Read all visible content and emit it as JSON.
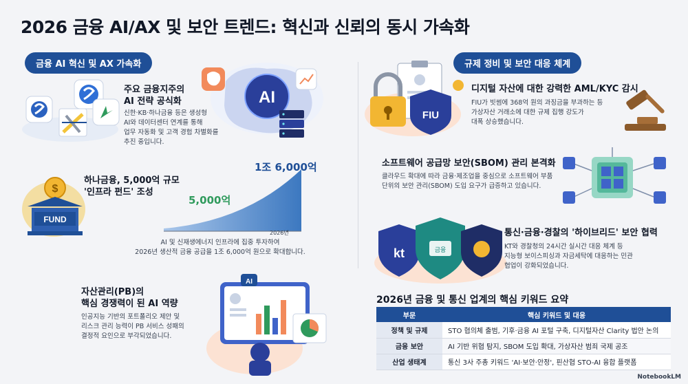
{
  "title": "2026 금융 AI/AX 및 보안 트렌드: 혁신과 신뢰의 동시 가속화",
  "left_section": {
    "heading": "금융 AI 혁신 및 AX 가속화",
    "block1": {
      "title_line1": "주요 금융지주의",
      "title_line2": "AI 전략 공식화",
      "body": [
        "신한·KB·하나금융 등은 생성형",
        "AI와 데이터센터 연계를 통해",
        "업무 자동화 및 고객 경험 차별화를",
        "추진 중입니다."
      ],
      "illustration_text": "AI"
    },
    "block2": {
      "title_line1": "하나금융, 5,000억 규모",
      "title_line2": "'인프라 펀드' 조성",
      "fund_label": "FUND",
      "body": [
        "AI 및 신재생에너지 인프라에 집중 투자하여",
        "2026년 생산적 금융 공급을 1조 6,000억 원으로 확대합니다."
      ]
    },
    "block3": {
      "title_line1": "자산관리(PB)의",
      "title_line2": "핵심 경쟁력이 된 AI 역량",
      "body": [
        "인공지능 기반의 포트폴리오 제안 및",
        "리스크 관리 능력이 PB 서비스 성패의",
        "결정적 요인으로 부각되었습니다."
      ],
      "illustration_text": "AI"
    }
  },
  "chart_data": {
    "type": "area",
    "series": [
      {
        "values": [
          5000,
          16000
        ]
      }
    ],
    "point_labels": [
      "5,000억",
      "1조 6,000억"
    ],
    "x_label": "2026년",
    "colors": {
      "fill": "#4a86c8",
      "label_start": "#2f9a5c",
      "label_end": "#1f4f97"
    }
  },
  "right_section": {
    "heading": "규제 정비 및 보안 대응 체계",
    "block1": {
      "title": "디지털 자산에 대한 강력한 AML/KYC 감시",
      "body": [
        "FIU가 빗썸에 368억 원의 과징금을 부과하는 등",
        "가상자산 거래소에 대한 규제 집행 강도가",
        "대폭 상승했습니다."
      ],
      "badge_label": "FIU"
    },
    "block2": {
      "title": "소프트웨어 공급망 보안(SBOM) 관리 본격화",
      "body": [
        "클라우드 확대에 따라 금융·제조업을 중심으로 소프트웨어 부품",
        "단위의 보안 관리(SBOM) 도입 요구가 급증하고 있습니다."
      ]
    },
    "block3": {
      "title": "통신·금융·경찰의 '하이브리드' 보안 협력",
      "body": [
        "KT와 경찰청의 24시간 실시간 대응 체계 등",
        "지능형 보이스피싱과 자금세탁에 대응하는 민관",
        "협업이 강화되었습니다."
      ],
      "shield_labels": [
        "kt",
        "금융"
      ]
    }
  },
  "keywords": {
    "title": "2026년 금융 및 통신 업계의 핵심 키워드 요약",
    "headers": [
      "부문",
      "핵심 키워드 및 대응"
    ],
    "rows": [
      {
        "category": "정책 및 규제",
        "value": "STO 협의체 출범, 기후·금융 AI 포털 구축, 디지털자산 Clarity 법안 논의"
      },
      {
        "category": "금융 보안",
        "value": "AI 기반 위협 탐지, SBOM 도입 확대, 가상자산 범죄 국제 공조"
      },
      {
        "category": "산업 생태계",
        "value": "통신 3사 주총 키워드 'AI·보안·안정', 핀산협 STO-AI 융합 플랫폼"
      }
    ]
  },
  "credit": "NotebookLM",
  "colors": {
    "primary": "#1f4f97",
    "accent_green": "#2f9a5c",
    "accent_orange": "#f28a5b"
  }
}
